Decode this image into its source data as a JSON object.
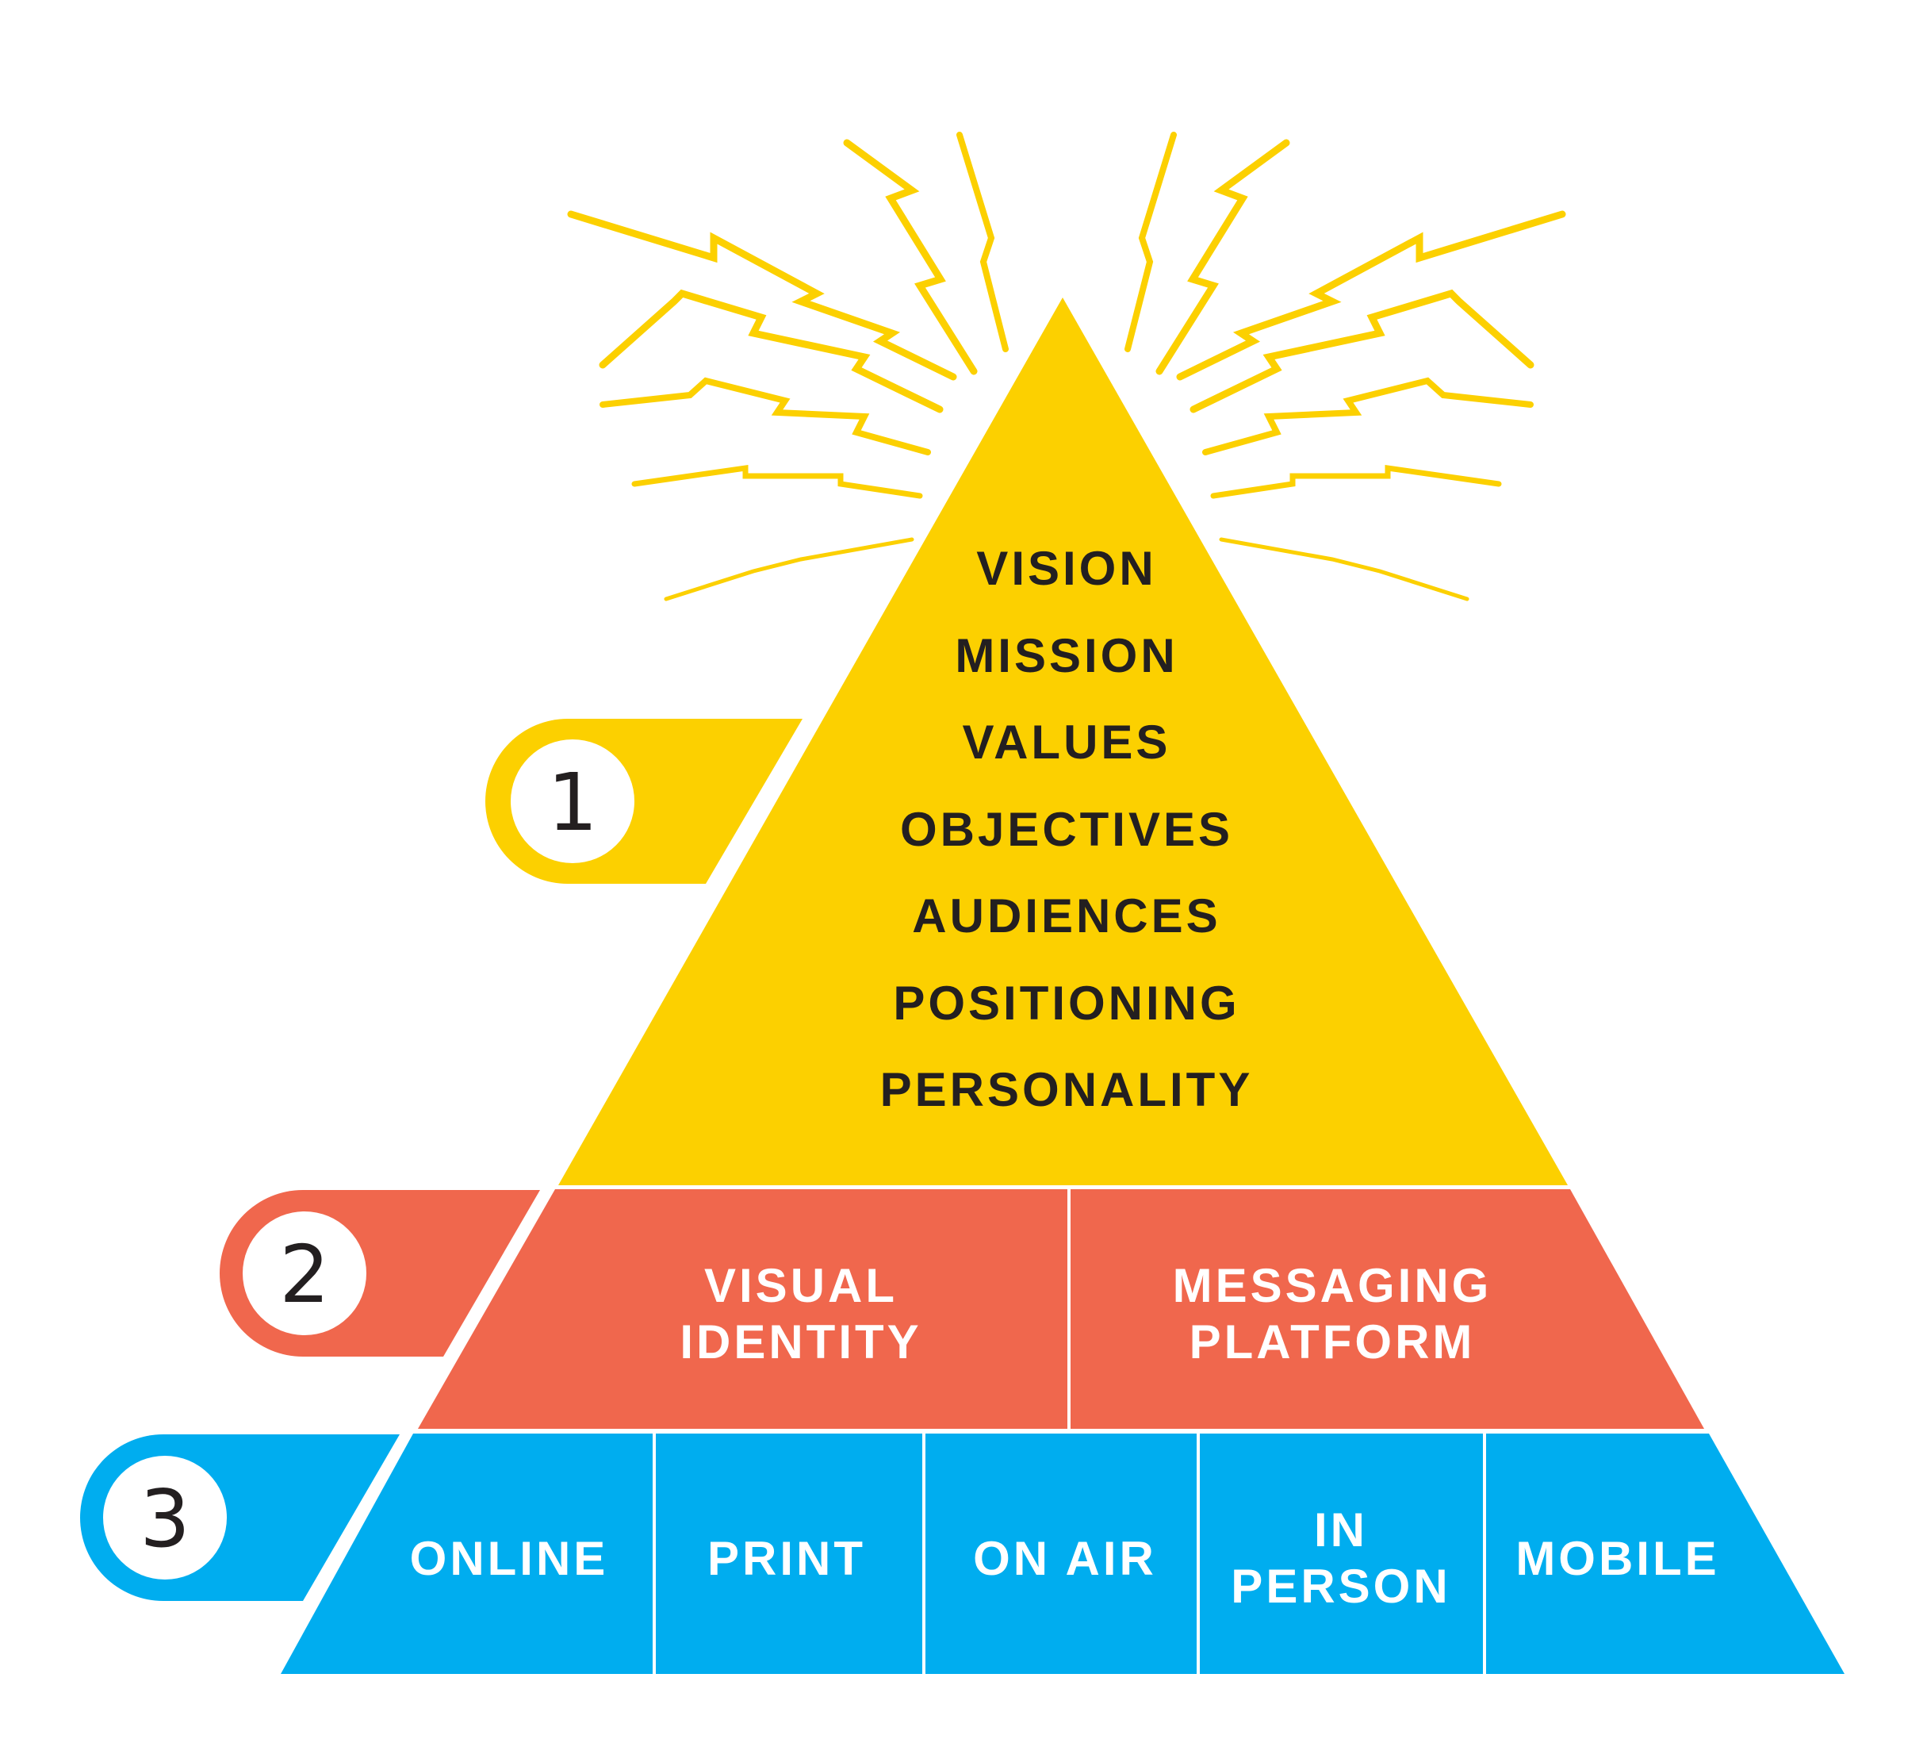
{
  "colors": {
    "tier1": "#fcd000",
    "tier2": "#f0674d",
    "tier3": "#00adef",
    "rays": "#fcd000",
    "text_dark": "#231f20",
    "text_light": "#ffffff"
  },
  "tiers": [
    {
      "badge": "1",
      "color": "#fcd000",
      "items": [
        "VISION",
        "MISSION",
        "VALUES",
        "OBJECTIVES",
        "AUDIENCES",
        "POSITIONING",
        "PERSONALITY"
      ]
    },
    {
      "badge": "2",
      "color": "#f0674d",
      "cells": [
        {
          "lines": [
            "VISUAL",
            "IDENTITY"
          ]
        },
        {
          "lines": [
            "MESSAGING",
            "PLATFORM"
          ]
        }
      ]
    },
    {
      "badge": "3",
      "color": "#00adef",
      "cells": [
        {
          "lines": [
            "ONLINE"
          ]
        },
        {
          "lines": [
            "PRINT"
          ]
        },
        {
          "lines": [
            "ON AIR"
          ]
        },
        {
          "lines": [
            "IN",
            "PERSON"
          ]
        },
        {
          "lines": [
            "MOBILE"
          ]
        }
      ]
    }
  ]
}
